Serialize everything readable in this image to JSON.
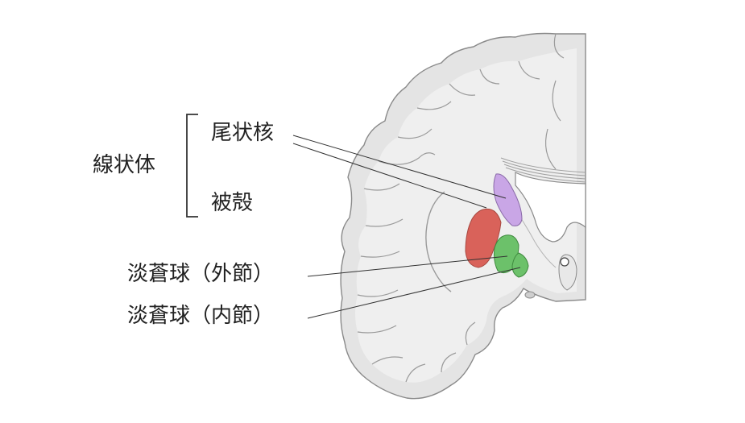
{
  "labels": {
    "striatum": "線状体",
    "caudate": "尾状核",
    "putamen": "被殻",
    "globus_pallidus_external": "淡蒼球（外節）",
    "globus_pallidus_internal": "淡蒼球（内節）"
  },
  "colors": {
    "brain_fill": "#e6e6e6",
    "brain_outline": "#8c8c8c",
    "white_matter": "#f2f2f2",
    "ventricle": "#ffffff",
    "caudate": "#c9a6e6",
    "putamen": "#d9625a",
    "globus_pallidus": "#6cc16a",
    "leader_line": "#333333"
  }
}
